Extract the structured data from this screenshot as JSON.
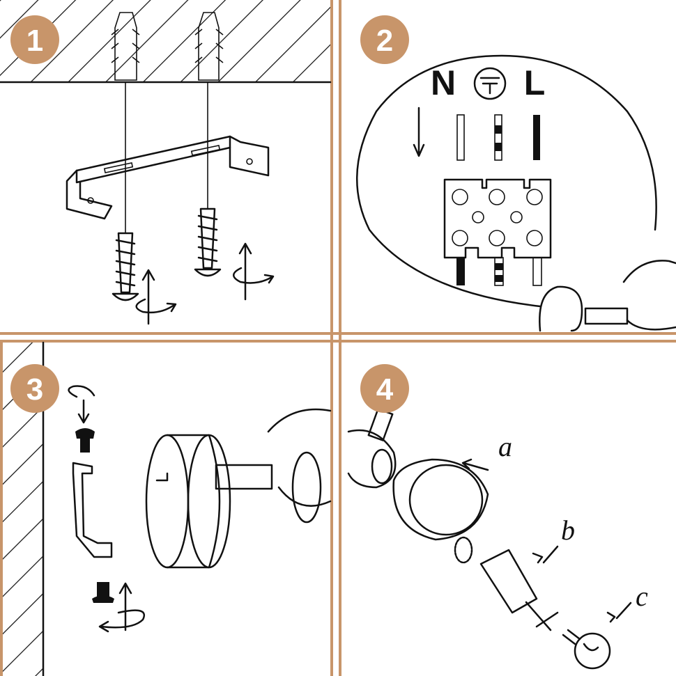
{
  "colors": {
    "accent": "#C8956A",
    "line": "#111111",
    "background": "#FFFFFF"
  },
  "steps": [
    {
      "number": "1"
    },
    {
      "number": "2",
      "labels": {
        "neutral": "N",
        "earth_icon": "earth-ground-icon",
        "live": "L"
      }
    },
    {
      "number": "3"
    },
    {
      "number": "4",
      "parts": [
        "a",
        "b",
        "c"
      ]
    }
  ]
}
